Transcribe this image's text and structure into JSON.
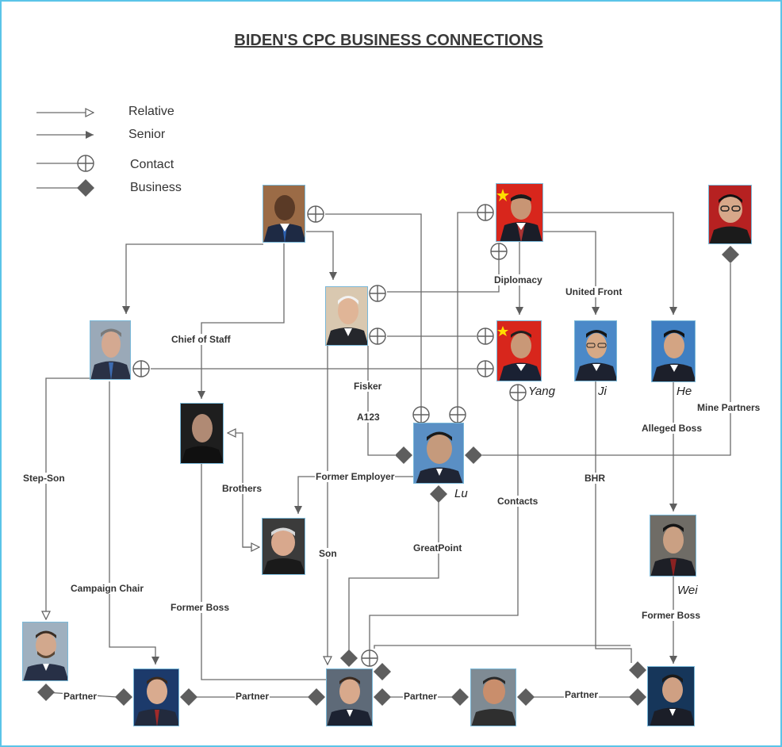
{
  "title": "BIDEN'S CPC BUSINESS CONNECTIONS",
  "legend": {
    "relative": "Relative",
    "senior": "Senior",
    "contact": "Contact",
    "business": "Business"
  },
  "nodes": {
    "yang": "Yang",
    "ji": "Ji",
    "he": "He",
    "lu": "Lu",
    "wei": "Wei"
  },
  "edge_labels": {
    "chief_of_staff": "Chief of Staff",
    "diplomacy": "Diplomacy",
    "united_front": "United Front",
    "fisker": "Fisker",
    "a123": "A123",
    "mine_partners": "Mine Partners",
    "alleged_boss": "Alleged Boss",
    "step_son": "Step-Son",
    "brothers": "Brothers",
    "former_employer": "Former Employer",
    "contacts": "Contacts",
    "bhr": "BHR",
    "greatpoint": "GreatPoint",
    "son": "Son",
    "campaign_chair": "Campaign Chair",
    "former_boss_left": "Former Boss",
    "former_boss_right": "Former Boss",
    "partner_1": "Partner",
    "partner_2": "Partner",
    "partner_3": "Partner",
    "partner_4": "Partner"
  },
  "colors": {
    "line": "#6b6b6b",
    "marker": "#5e5e5e",
    "photo_border": "#7ab8d8",
    "frame": "#5bc4e8",
    "flag_red": "#d8261c",
    "flag_star": "#ffde00"
  }
}
